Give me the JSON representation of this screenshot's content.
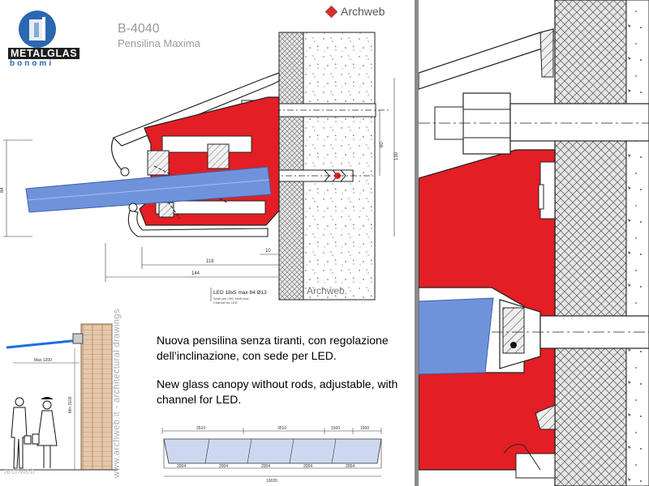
{
  "header": {
    "code": "B-4040",
    "subtitle": "Pensilina Maxima",
    "brand": "Archweb"
  },
  "logo": {
    "word": "METALGLAS",
    "sub": "bonomi"
  },
  "section_dims": {
    "height_left": "84",
    "height_right_1": "60",
    "height_right_2": "130",
    "d_118": "118",
    "d_144": "144",
    "d_10": "10",
    "led_note": "LED 18x5 max 84 Ø13",
    "led_sub_1": "Sede per LED 18x5 max",
    "led_sub_2": "Channel for LED"
  },
  "watermark": "Archweb.",
  "elevation": {
    "max_label": "Max 1200",
    "height_label": "Min 3100"
  },
  "description": {
    "it": "Nuova pensilina senza tiranti, con regolazione dell’inclinazione, con sede per LED.",
    "en": "New glass canopy without rods, adjustable, with channel for LED."
  },
  "side_url": "www.archweb.it - architectural drawings",
  "bottom_watermark": "archweb",
  "plan": {
    "top_dims": [
      "3510",
      "3510",
      "1500",
      "1500"
    ],
    "bottom_dims": [
      "2004",
      "2004",
      "2004",
      "2004",
      "2004"
    ],
    "total": "10020"
  },
  "colors": {
    "profile_red": "#e31e24",
    "glass_blue": "#6f93db",
    "brand_blue": "#2a68b0"
  }
}
